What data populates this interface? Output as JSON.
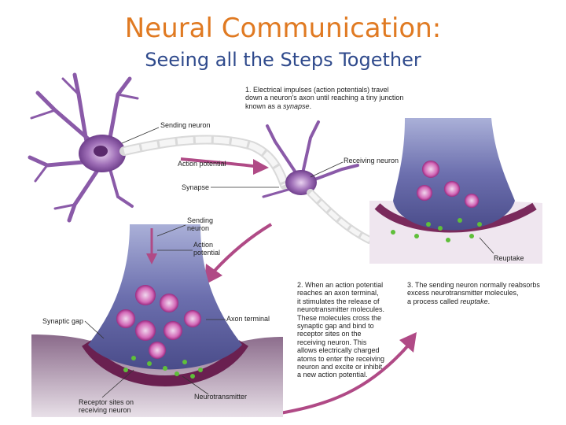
{
  "title": "Neural Communication:",
  "subtitle": "Seeing all the Steps Together",
  "colors": {
    "title": "#e07a22",
    "subtitle": "#2f4a8c",
    "arrow": "#b04a86",
    "neuron": "#9a6ab0",
    "terminal": "#5a5c9c",
    "vesicle": "#c0349a",
    "neurotransmitter": "#5fbf3a"
  },
  "labels": {
    "sending_neuron_top": "Sending neuron",
    "action_potential_top": "Action potential",
    "receiving_neuron": "Receiving neuron",
    "synapse": "Synapse",
    "sending_neuron_1": "Sending",
    "sending_neuron_2": "neuron",
    "action_potential_1": "Action",
    "action_potential_2": "potential",
    "reuptake": "Reuptake",
    "synaptic_gap": "Synaptic gap",
    "axon_terminal": "Axon terminal",
    "neurotransmitter": "Neurotransmitter",
    "receptor_sites_1": "Receptor sites on",
    "receptor_sites_2": "receiving neuron"
  },
  "steps": {
    "step1": {
      "line1": "1. Electrical impulses (action potentials) travel",
      "line2": "down a neuron's axon until reaching a tiny junction",
      "line3_pre": "known as a ",
      "line3_em": "synapse",
      "line3_post": "."
    },
    "step2": {
      "lines": [
        "2. When an action potential",
        "reaches an axon terminal,",
        "it stimulates the release of",
        "neurotransmitter molecules.",
        "These molecules cross the",
        "synaptic gap and bind to",
        "receptor sites on the",
        "receiving neuron. This",
        "allows electrically charged",
        "atoms to enter the receiving",
        "neuron and excite or inhibit",
        "a new action potential."
      ]
    },
    "step3": {
      "line1": "3. The sending neuron normally reabsorbs",
      "line2": "excess neurotransmitter molecules,",
      "line3_pre": "a process called ",
      "line3_em": "reuptake",
      "line3_post": "."
    }
  }
}
